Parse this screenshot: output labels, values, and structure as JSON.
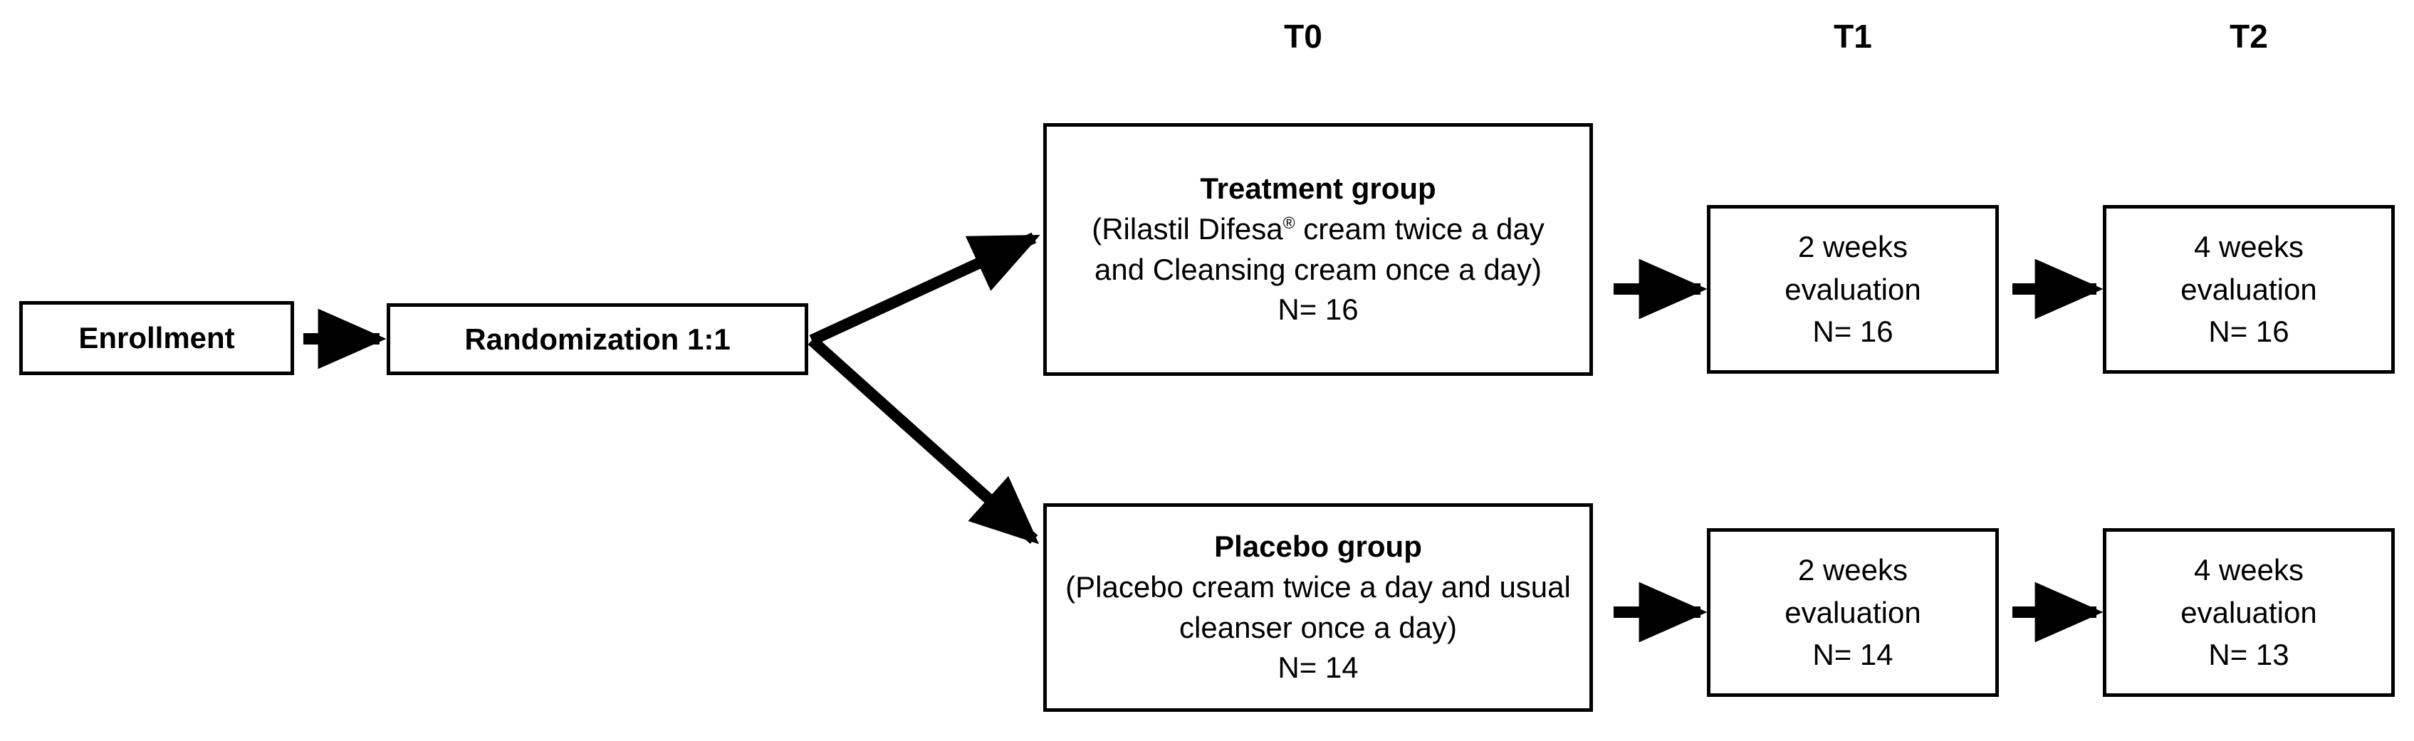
{
  "diagram": {
    "title": "Clinical trial CONSORT flow diagram",
    "background_color": "#ffffff",
    "line_color": "#000000"
  },
  "timepoint_headers": [
    {
      "id": "t0",
      "label": "T0"
    },
    {
      "id": "t1",
      "label": "T1"
    },
    {
      "id": "t2",
      "label": "T2"
    }
  ],
  "nodes": {
    "enrollment": {
      "label": "Enrollment"
    },
    "randomization": {
      "label_bold": "Randomization",
      "label_ratio": "1:1"
    },
    "treatment_group": {
      "title": "Treatment group",
      "description_pre": "(Rilastil Difesa",
      "description_reg": "®",
      "description_post": " cream twice a day and Cleansing cream once a day)",
      "n_label": "N= 16"
    },
    "placebo_group": {
      "title": "Placebo group",
      "description": "(Placebo cream twice a day and usual cleanser once a day)",
      "n_label": "N= 14"
    },
    "treatment_t1": {
      "line1": "2 weeks",
      "line2": "evaluation",
      "line3": "N= 16"
    },
    "treatment_t2": {
      "line1": "4 weeks",
      "line2": "evaluation",
      "line3": "N= 16"
    },
    "placebo_t1": {
      "line1": "2 weeks",
      "line2": "evaluation",
      "line3": "N= 14"
    },
    "placebo_t2": {
      "line1": "4 weeks",
      "line2": "evaluation",
      "line3": "N= 13"
    }
  },
  "connectors": [
    {
      "id": "enrollment-to-randomization",
      "from": "enrollment",
      "to": "randomization",
      "style": "straight"
    },
    {
      "id": "randomization-to-treatment",
      "from": "randomization",
      "to": "treatment_group",
      "style": "diagonal-up"
    },
    {
      "id": "randomization-to-placebo",
      "from": "randomization",
      "to": "placebo_group",
      "style": "diagonal-down"
    },
    {
      "id": "treatment-to-t1",
      "from": "treatment_group",
      "to": "treatment_t1",
      "style": "straight"
    },
    {
      "id": "treatment-t1-to-t2",
      "from": "treatment_t1",
      "to": "treatment_t2",
      "style": "straight"
    },
    {
      "id": "placebo-to-t1",
      "from": "placebo_group",
      "to": "placebo_t1",
      "style": "straight"
    },
    {
      "id": "placebo-t1-to-t2",
      "from": "placebo_t1",
      "to": "placebo_t2",
      "style": "straight"
    }
  ]
}
